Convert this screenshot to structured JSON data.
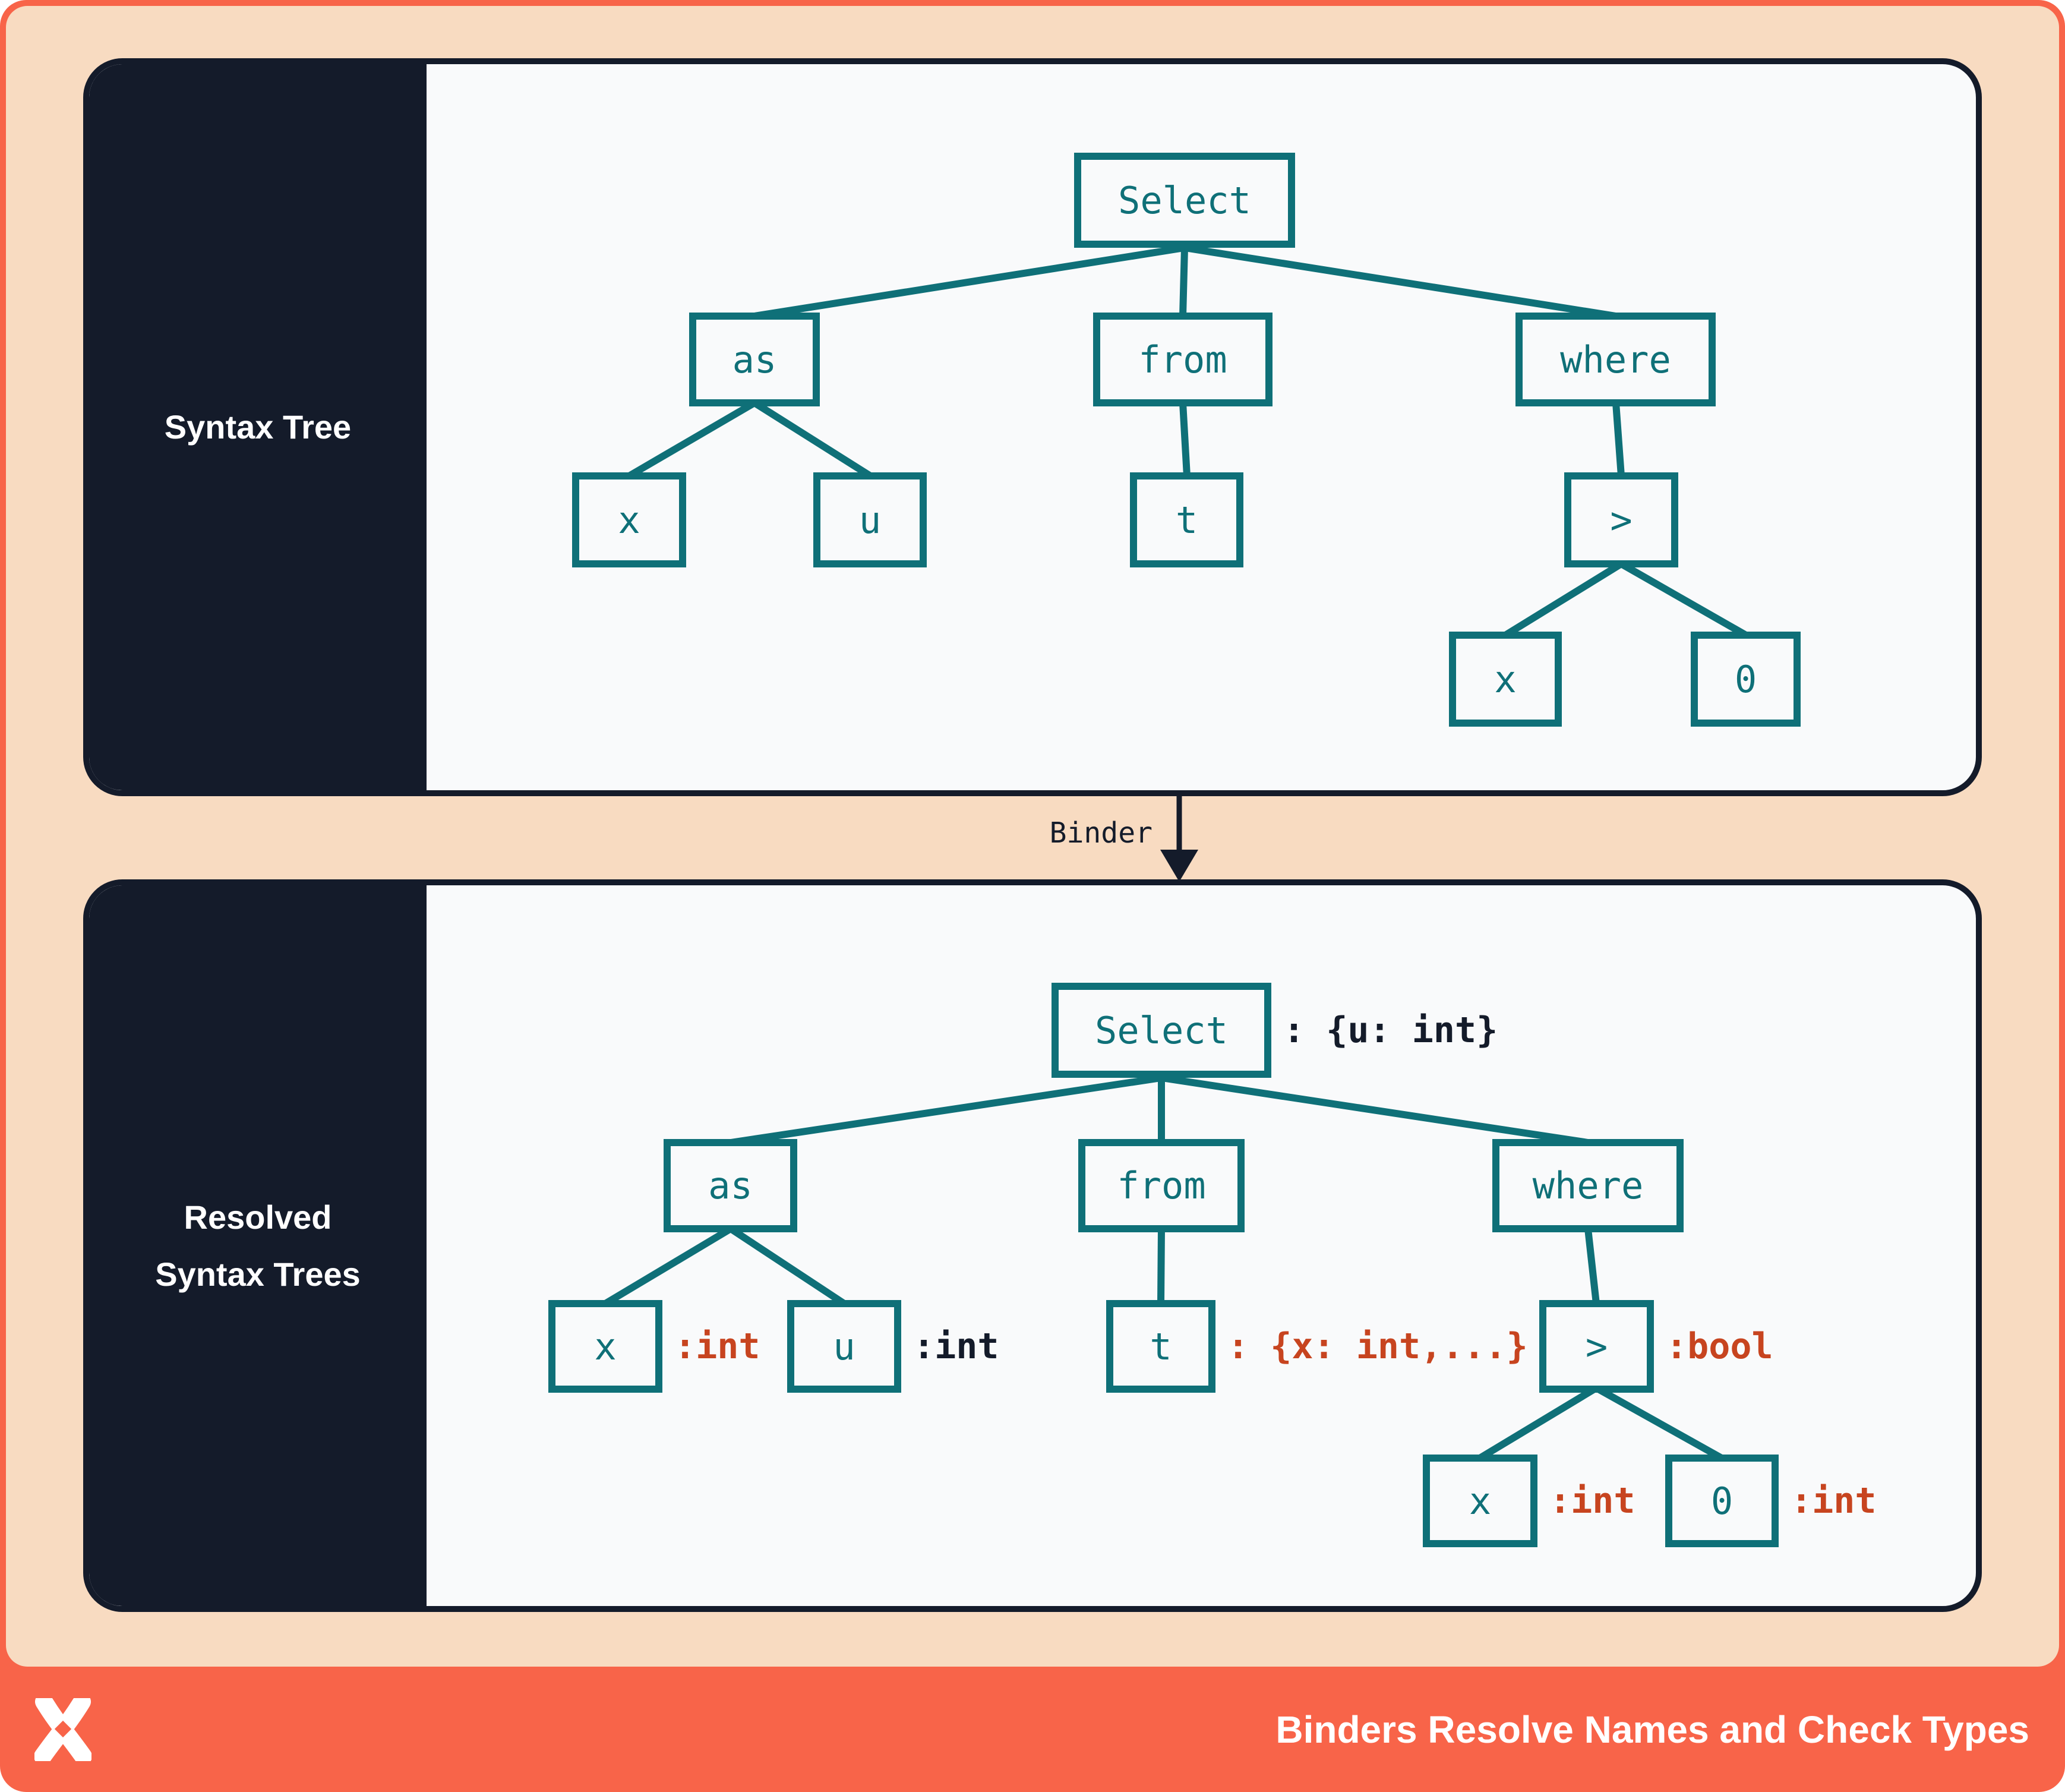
{
  "colors": {
    "coral": "#f86449",
    "peach": "#f8dbc1",
    "navy": "#141b2a",
    "teal": "#0f7078",
    "rust_red": "#c7441f",
    "panel_background": "#f9fafb",
    "white": "#ffffff"
  },
  "top_panel": {
    "sidebar_label": "Syntax Tree",
    "tree": {
      "select": "Select",
      "as": "as",
      "from": "from",
      "where": "where",
      "x": "x",
      "u": "u",
      "t": "t",
      "gt": ">",
      "leaf_x": "x",
      "leaf_zero": "0"
    }
  },
  "binder": {
    "label": "Binder"
  },
  "bottom_panel": {
    "sidebar_label_line1": "Resolved",
    "sidebar_label_line2": "Syntax Trees",
    "tree": {
      "select": {
        "label": "Select",
        "ann": ": {u: int}"
      },
      "as": {
        "label": "as"
      },
      "from": {
        "label": "from"
      },
      "where": {
        "label": "where"
      },
      "x": {
        "label": "x",
        "ann": ":int"
      },
      "u": {
        "label": "u",
        "ann": ":int"
      },
      "t": {
        "label": "t",
        "ann": ": {x: int,...}"
      },
      "gt": {
        "label": ">",
        "ann": ":bool"
      },
      "leaf_x": {
        "label": "x",
        "ann": ":int"
      },
      "leaf_zero": {
        "label": "0",
        "ann": ":int"
      }
    }
  },
  "footer": {
    "title": "Binders Resolve Names and Check Types",
    "logo": "x-logo"
  }
}
